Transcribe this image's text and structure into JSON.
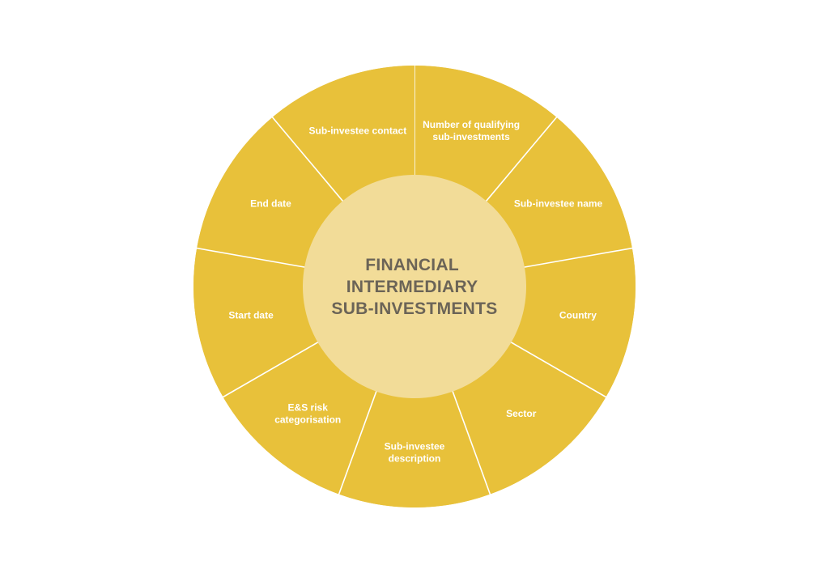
{
  "colors": {
    "ring": "#e8c13a",
    "divider": "#ffffff",
    "center": "#f2dc98",
    "label": "#ffffff",
    "title": "#6b6457"
  },
  "center": {
    "lines": [
      "FINANCIAL",
      "INTERMEDIARY",
      "SUB-INVESTMENTS"
    ]
  },
  "segments": [
    {
      "lines": [
        "Number of qualifying",
        "sub-investments"
      ]
    },
    {
      "lines": [
        "Sub-investee name"
      ]
    },
    {
      "lines": [
        "Country"
      ]
    },
    {
      "lines": [
        "Sector"
      ]
    },
    {
      "lines": [
        "Sub-investee",
        "description"
      ]
    },
    {
      "lines": [
        "E&S risk",
        "categorisation"
      ]
    },
    {
      "lines": [
        "Start date"
      ]
    },
    {
      "lines": [
        "End date"
      ]
    },
    {
      "lines": [
        "Sub-investee contact"
      ]
    }
  ]
}
